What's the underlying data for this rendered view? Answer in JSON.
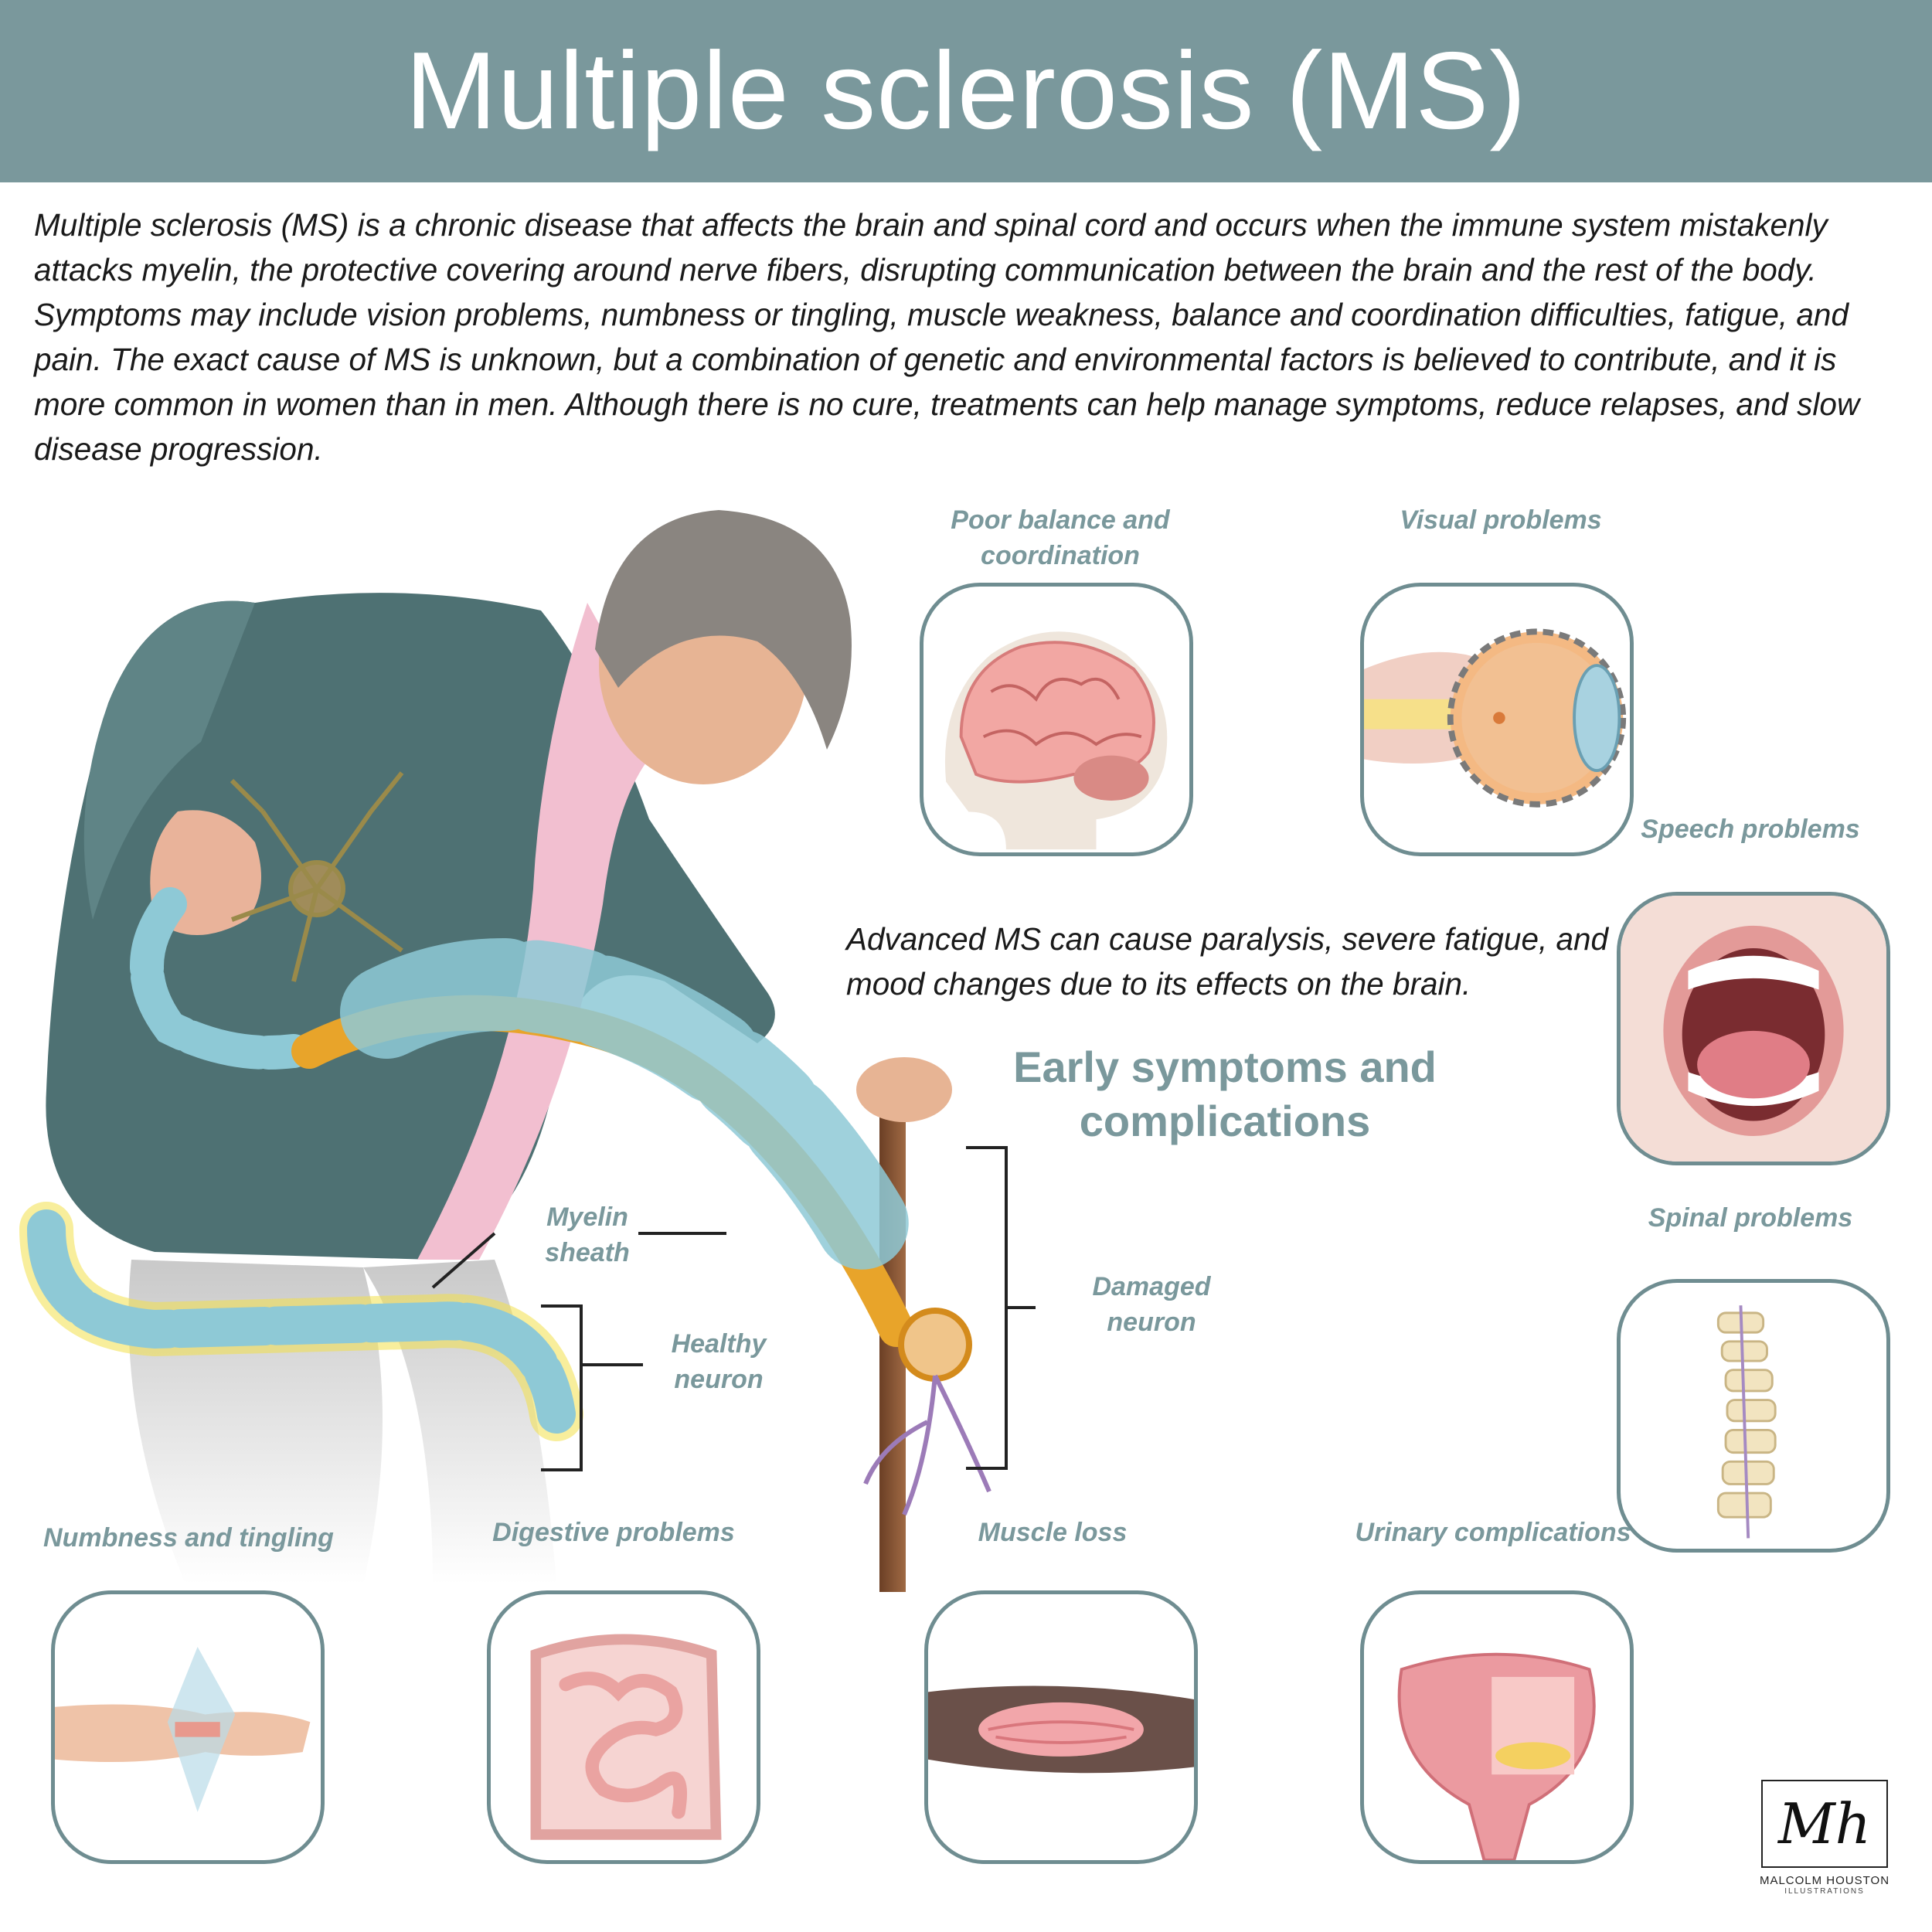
{
  "title": "Multiple sclerosis (MS)",
  "intro": "Multiple sclerosis (MS) is a chronic disease that affects the brain and spinal cord and occurs when the immune system mistakenly attacks myelin, the protective covering around nerve fibers, disrupting communication between the brain and the rest of the body. Symptoms may include vision problems, numbness or tingling, muscle weakness, balance and coordination difficulties, fatigue, and pain. The exact cause of MS is unknown, but a combination of genetic and environmental factors is believed to contribute, and it is more common in women than in men. Although there is no cure, treatments can help manage symptoms, reduce relapses, and slow disease progression.",
  "advanced": "Advanced MS can cause paralysis, severe fatigue, and mood changes due to its effects on the brain.",
  "early_heading": "Early symptoms and complications",
  "neuron_labels": {
    "myelin": "Myelin sheath",
    "healthy": "Healthy neuron",
    "damaged": "Damaged neuron"
  },
  "symptoms": {
    "balance": "Poor balance and coordination",
    "visual": "Visual problems",
    "speech": "Speech problems",
    "spinal": "Spinal problems",
    "numbness": "Numbness and tingling",
    "digestive": "Digestive problems",
    "muscle": "Muscle loss",
    "urinary": "Urinary complications"
  },
  "logo": {
    "monogram": "Mh",
    "name": "MALCOLM HOUSTON",
    "sub": "ILLUSTRATIONS"
  },
  "colors": {
    "banner": "#7a989c",
    "label": "#7a989c",
    "card_border": "#6f8d91",
    "myelin": "#8ec9d6",
    "axon": "#e8a42a",
    "glow": "#f3e04a"
  }
}
